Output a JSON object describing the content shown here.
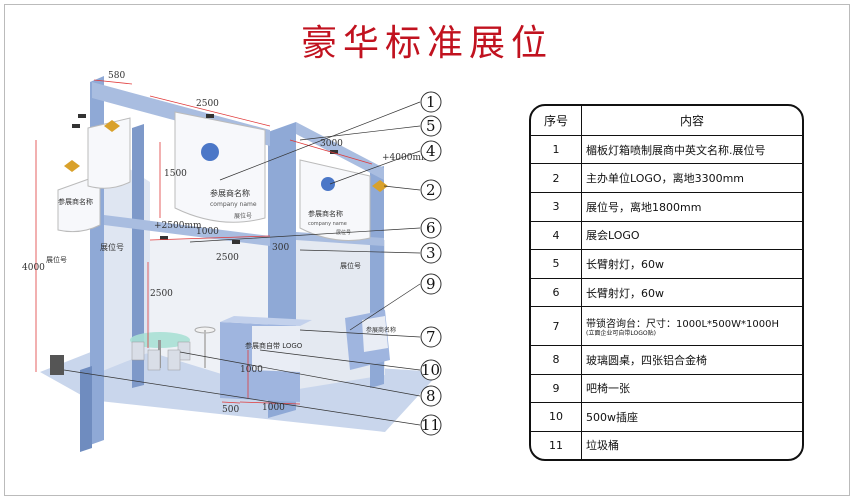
{
  "title": "豪华标准展位",
  "table": {
    "headers": [
      "序号",
      "内容"
    ],
    "rows": [
      {
        "num": "1",
        "content": "楣板灯箱喷制展商中英文名称.展位号",
        "note": ""
      },
      {
        "num": "2",
        "content": "主办单位LOGO，离地3300mm",
        "note": ""
      },
      {
        "num": "3",
        "content": "展位号，离地1800mm",
        "note": ""
      },
      {
        "num": "4",
        "content": "展会LOGO",
        "note": ""
      },
      {
        "num": "5",
        "content": "长臂射灯，60w",
        "note": ""
      },
      {
        "num": "6",
        "content": "长臂射灯，60w",
        "note": ""
      },
      {
        "num": "7",
        "content": "带锁咨询台：尺寸：1000L*500W*1000H",
        "note": "(立面企业可自带LOGO贴)"
      },
      {
        "num": "8",
        "content": "玻璃圆桌，四张铝合金椅",
        "note": ""
      },
      {
        "num": "9",
        "content": "吧椅一张",
        "note": ""
      },
      {
        "num": "10",
        "content": "500w插座",
        "note": ""
      },
      {
        "num": "11",
        "content": "垃圾桶",
        "note": ""
      }
    ]
  },
  "diagram": {
    "callouts": [
      "1",
      "5",
      "4",
      "2",
      "6",
      "3",
      "9",
      "7",
      "10",
      "8",
      "11"
    ],
    "dimensions": {
      "d580": "580",
      "d2500_top": "2500",
      "d3000": "3000",
      "d4000_right": "+4000mm",
      "d1500": "1500",
      "d4000_left": "4000",
      "d2500_plus": "+2500mm",
      "d1000_a": "1000",
      "d2500_mid": "2500",
      "d300": "300",
      "d2500_vert": "2500",
      "d1000_desk": "1000",
      "d500": "500",
      "d1000_b": "1000"
    },
    "labels": {
      "booth_no_left": "展位号",
      "booth_no_right": "展位号",
      "fascia_name_front": "参展商名称",
      "fascia_en_front": "company name",
      "fascia_booth_front": "展位号",
      "fascia_name_right": "参展商名称",
      "fascia_en_right": "company name",
      "fascia_booth_right": "展位号",
      "side_fascia_left": "参展商名称",
      "desk_logo": "参展商自带 LOGO",
      "desk_right": "参展商名称"
    },
    "colors": {
      "frame": "#8fa9d6",
      "frame_dark": "#6f8cbf",
      "floor": "#c9d6ec",
      "wall": "#f2f4f8",
      "title": "#c1121f"
    }
  }
}
